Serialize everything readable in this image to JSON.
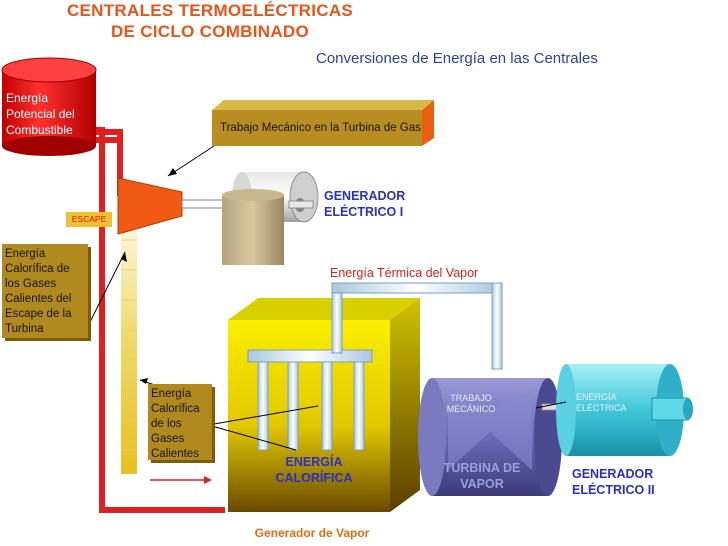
{
  "title": {
    "line1": "CENTRALES TERMOELÉCTRICAS",
    "line2": "DE CICLO COMBINADO"
  },
  "subtitle": "Conversiones de Energía en las  Centrales",
  "labels": {
    "energia_potencial": "Energía Potencial del Combustible",
    "trabajo_mecanico_gas": "Trabajo Mecánico en la Turbina de Gas",
    "escape": "ESCAPE",
    "generador_1": "GENERADOR ELÉCTRICO I",
    "energia_calorifica_gases_escape": "Energía Calorífica de los Gases Calientes del Escape de la Turbina",
    "energia_termica_vapor": "Energía Térmica del Vapor",
    "energia_calorifica_gases": "Energía Calorífica de los Gases Calientes",
    "energia_calorifica": "ENERGÍA CALORÍFICA",
    "trabajo_mecanico": "TRABAJO MECÁNICO",
    "turbina_vapor": "TURBINA DE VAPOR",
    "energia_electrica": "ENERGÍA ELÉCTRICA",
    "generador_2": "GENERADOR ELÉCTRICO II",
    "generador_vapor": "Generador de Vapor"
  },
  "colors": {
    "title": "#e8541a",
    "subtitle": "#2a3fa8",
    "label_box": "#b08a1e",
    "red_pipe": "#e02020",
    "boiler_yellow": "#f2e600",
    "turbine_purple": "#6a6ab0",
    "generator_cyan": "#40c8d8"
  }
}
